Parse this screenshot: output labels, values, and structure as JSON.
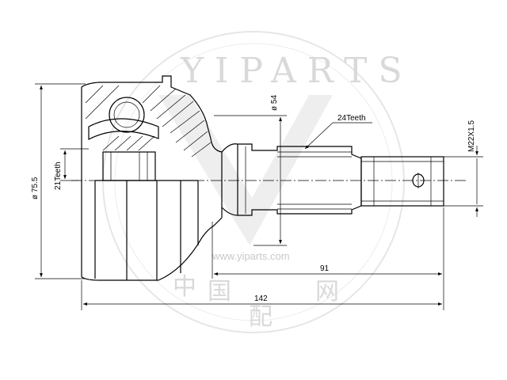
{
  "dimensions": {
    "outer_diameter": "ø 75.5",
    "shaft_diameter": "ø 54",
    "inner_spline": "21Teeth",
    "outer_spline": "24Teeth",
    "thread": "M22X1.5",
    "shaft_length": "91",
    "total_length": "142"
  },
  "watermark": {
    "brand": "YIPARTS",
    "url": "www.yiparts.com",
    "chars": [
      "中",
      "国",
      "配",
      "网"
    ]
  }
}
